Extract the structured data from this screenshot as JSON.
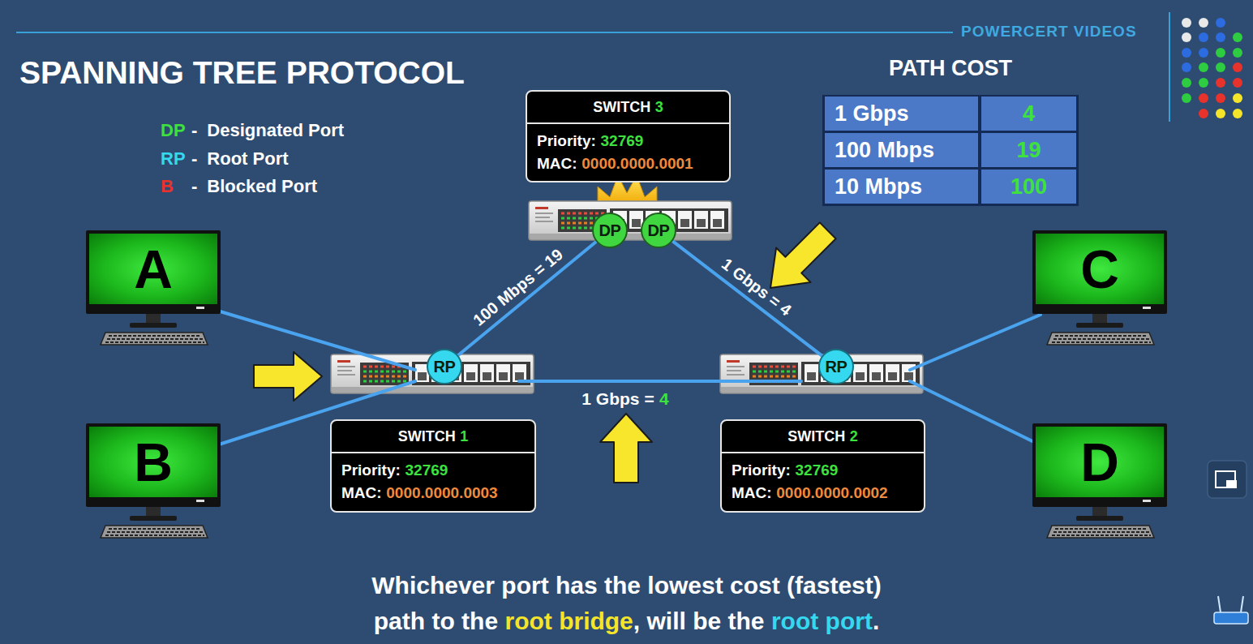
{
  "diagram": {
    "title": "SPANNING TREE PROTOCOL",
    "nodes": [
      {
        "text": [
          "SWITCH",
          "3",
          "Priority:",
          "32769",
          "MAC:",
          "0000.0000.0001"
        ]
      },
      {
        "text": [
          "DP"
        ]
      },
      {
        "text": [
          "DP"
        ]
      },
      {
        "text": [
          "A"
        ]
      },
      {
        "text": [
          "RP"
        ]
      },
      {
        "text": [
          "RP"
        ]
      },
      {
        "text": [
          "C"
        ]
      },
      {
        "text": [
          "SWITCH",
          "1",
          "Priority:",
          "32769",
          "MAC:",
          "0000.0000.0003"
        ]
      },
      {
        "text": [
          "SWITCH",
          "2",
          "Priority:",
          "32769",
          "MAC:",
          "0000.0000.0002"
        ]
      },
      {
        "text": [
          "B"
        ]
      },
      {
        "text": [
          "D"
        ]
      }
    ],
    "edges": [
      {
        "from": 1,
        "to": 4,
        "label": "100 Mbps = 19",
        "arrow": "none"
      },
      {
        "from": 2,
        "to": 5,
        "label": "1 Gbps = 4",
        "arrow": "none"
      }
    ],
    "labels": [
      "POWERCERT VIDEOS",
      "DP",
      "-",
      "RP",
      "-",
      "B",
      "-",
      "PATH COST",
      "1 Gbps",
      "4",
      "100 Mbps",
      "19",
      "10 Mbps",
      "100",
      "1 Gbps =",
      "4",
      "Whichever port has the lowest cost (fastest)",
      "path to the",
      "root bridge",
      ", will be the",
      "root port",
      "."
    ],
    "legend": [
      {
        "text": "Designated Port",
        "color": "#3ee23e"
      },
      {
        "text": "Root Port",
        "color": "#35d8ef"
      },
      {
        "text": "Blocked Port",
        "color": "#e8322c"
      }
    ]
  }
}
